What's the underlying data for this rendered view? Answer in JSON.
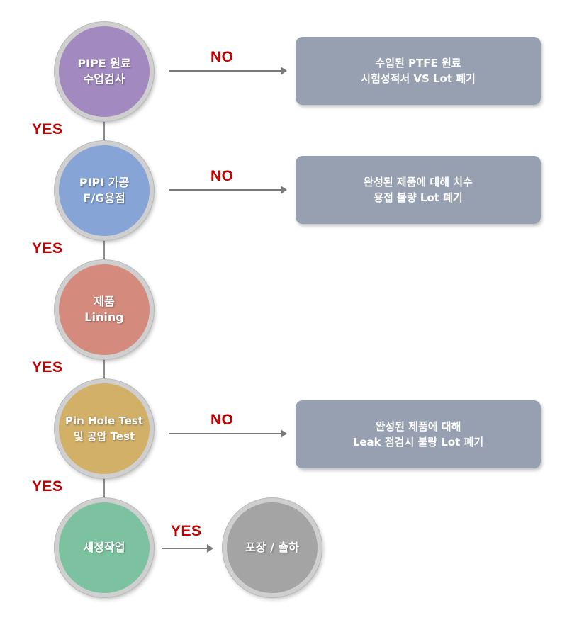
{
  "steps": [
    {
      "line1": "PIPE 원료",
      "line2": "수업검사",
      "color": "#a28ac0"
    },
    {
      "line1": "PIPI 가공",
      "line2": "F/G용점",
      "color": "#86a4d6"
    },
    {
      "line1": "제품",
      "line2": "Lining",
      "color": "#d48b7e"
    },
    {
      "line1": "Pin Hole Test",
      "line2": "및 공압 Test",
      "color": "#d3b068"
    },
    {
      "line1": "세정작업",
      "line2": "",
      "color": "#7dc2a0"
    },
    {
      "line1": "포장 / 출하",
      "line2": "",
      "color": "#a4a4a4"
    }
  ],
  "yes_labels": [
    "YES",
    "YES",
    "YES",
    "YES",
    "YES"
  ],
  "no_labels": [
    "NO",
    "NO",
    "NO"
  ],
  "reject_boxes": [
    {
      "line1": "수입된 PTFE 원료",
      "line2": "시험성적서 VS Lot 폐기"
    },
    {
      "line1": "완성된 제품에 대해 치수",
      "line2": "용접 불량 Lot 폐기"
    },
    {
      "line1": "완성된 제품에 대해",
      "line2": "Leak 점검시 불량 Lot 폐기"
    }
  ],
  "colors": {
    "accent_red": "#c00000",
    "box_bg": "#96a0b0",
    "ring": "#cfcfcf"
  }
}
